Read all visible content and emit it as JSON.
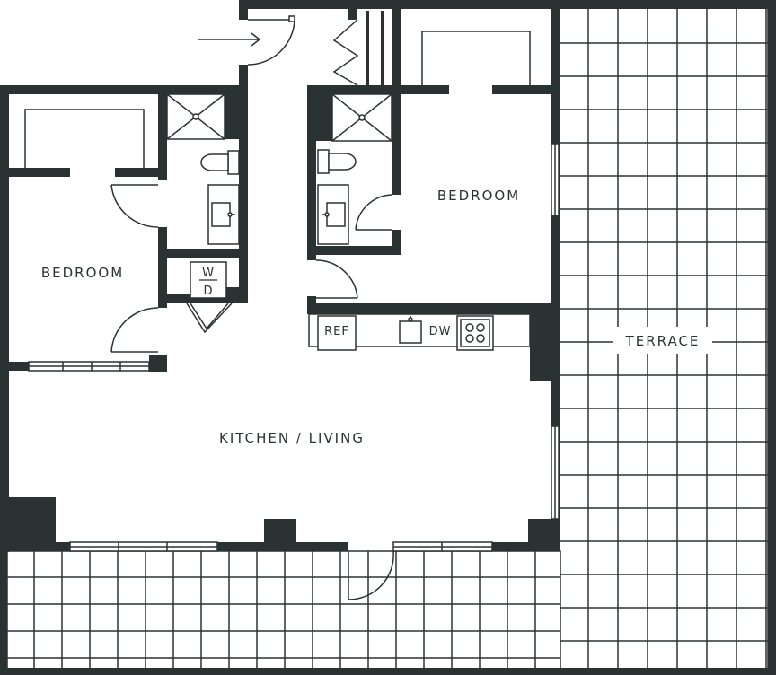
{
  "colors": {
    "wall": "#2b3332",
    "background": "#ffffff",
    "line": "#2b3332"
  },
  "rooms": {
    "bedroom_left": "BEDROOM",
    "bedroom_right": "BEDROOM",
    "kitchen_living": "KITCHEN / LIVING",
    "terrace": "TERRACE"
  },
  "fixtures": {
    "washer": "W",
    "dryer": "D",
    "refrigerator": "REF",
    "dishwasher": "DW"
  },
  "icons": {
    "entry": "entry-arrow-icon",
    "shower": "shower-icon",
    "toilet": "toilet-icon",
    "sink": "sink-icon",
    "range": "stove-icon"
  }
}
